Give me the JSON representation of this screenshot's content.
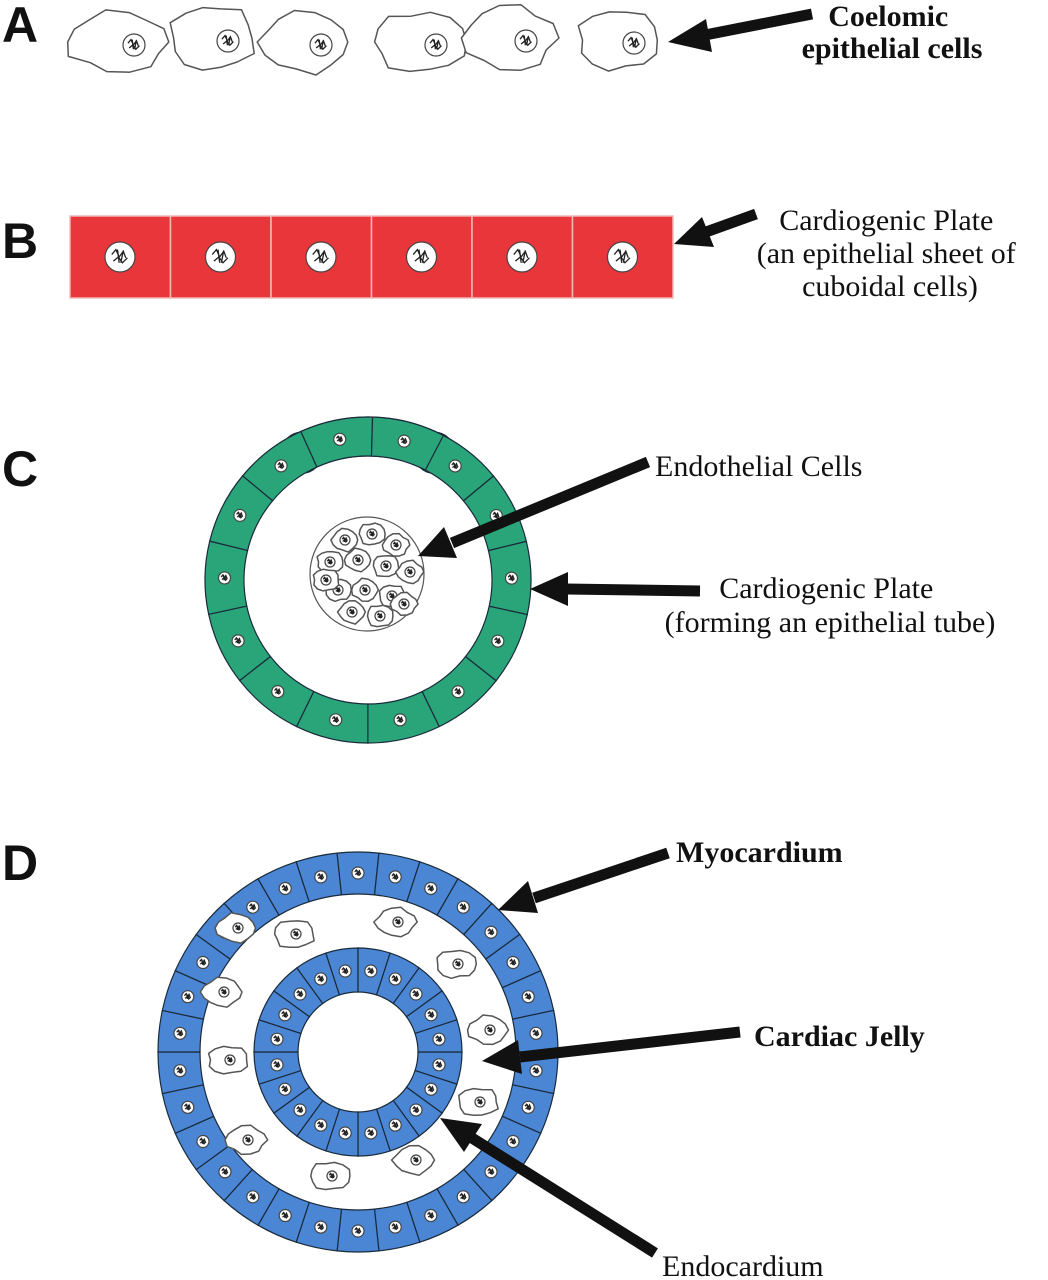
{
  "panels": {
    "a": {
      "letter": "A",
      "label_lines": [
        "Coelomic",
        "epithelial cells"
      ]
    },
    "b": {
      "letter": "B",
      "label_lines": [
        "Cardiogenic Plate",
        "(an epithelial sheet of",
        "cuboidal cells)"
      ],
      "cell_color": "#e8363a"
    },
    "c": {
      "letter": "C",
      "endothelial_label": "Endothelial Cells",
      "plate_label_lines": [
        "Cardiogenic Plate",
        "(forming an epithelial tube)"
      ],
      "tube_color": "#2aa57a"
    },
    "d": {
      "letter": "D",
      "myocardium_label": "Myocardium",
      "jelly_label": "Cardiac Jelly",
      "endocardium_label": "Endocardium",
      "ring_color": "#4a86d4"
    }
  },
  "icons": {
    "nucleus": "nucleus-icon",
    "arrow": "arrow-icon"
  }
}
